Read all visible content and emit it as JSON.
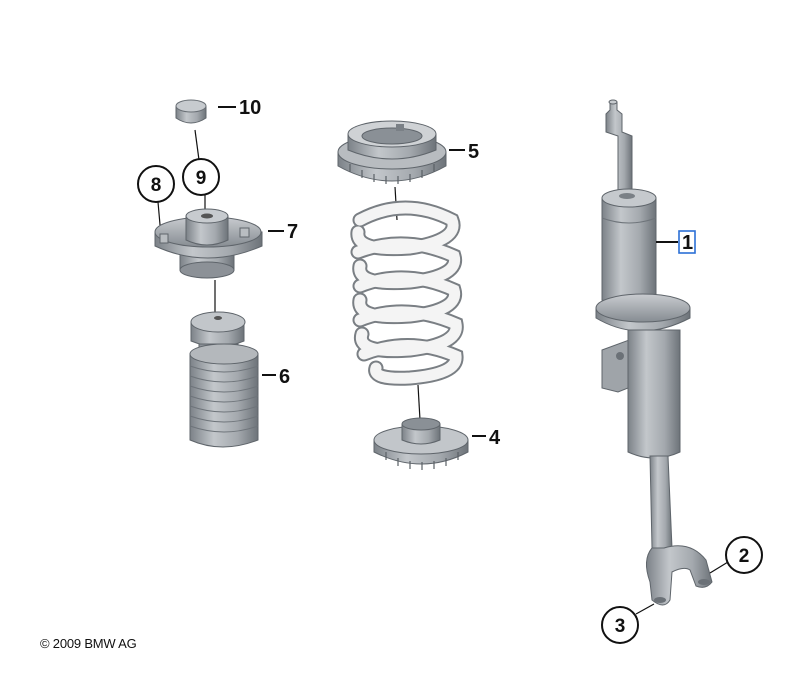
{
  "diagram": {
    "copyright": "© 2009 BMW AG",
    "callouts": {
      "p1": "1",
      "p2": "2",
      "p3": "3",
      "p4": "4",
      "p5": "5",
      "p6": "6",
      "p7": "7",
      "p8": "8",
      "p9": "9",
      "p10": "10"
    },
    "colors": {
      "part_gray": "#9ea3a8",
      "part_dark": "#6f757b",
      "spring_white": "#f2f2f2",
      "highlight_box": "#2b6fd6"
    }
  }
}
